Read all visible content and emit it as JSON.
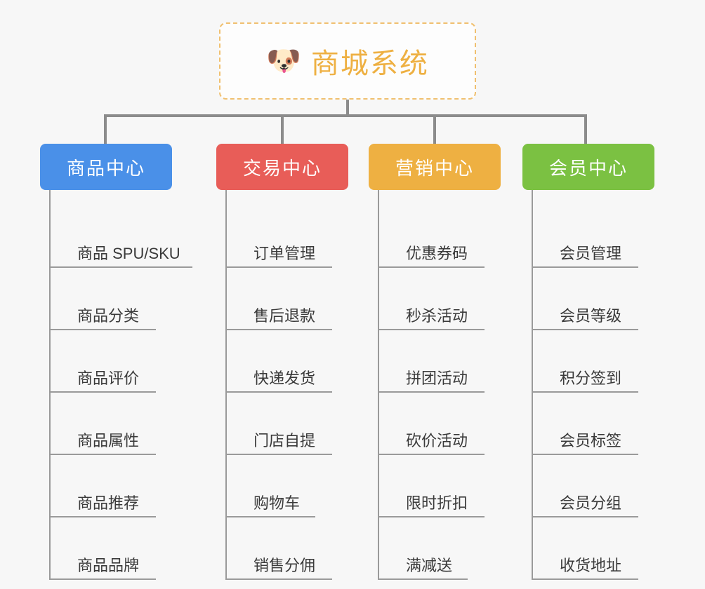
{
  "diagram": {
    "type": "mindmap",
    "background_color": "#f7f7f7",
    "connector_color": "#8c8c8c",
    "root": {
      "icon": "dog-face-emoji",
      "icon_glyph": "🐶",
      "title": "商城系统",
      "text_color": "#eeb042",
      "border_color": "#f0c070",
      "border_style": "dashed"
    },
    "categories": [
      {
        "label": "商品中心",
        "color": "#4a90e8",
        "items": [
          {
            "label": "商品 SPU/SKU",
            "rule_width": 204
          },
          {
            "label": "商品分类",
            "rule_width": 152
          },
          {
            "label": "商品评价",
            "rule_width": 152
          },
          {
            "label": "商品属性",
            "rule_width": 152
          },
          {
            "label": "商品推荐",
            "rule_width": 152
          },
          {
            "label": "商品品牌",
            "rule_width": 152
          }
        ]
      },
      {
        "label": "交易中心",
        "color": "#e85d58",
        "items": [
          {
            "label": "订单管理",
            "rule_width": 152
          },
          {
            "label": "售后退款",
            "rule_width": 152
          },
          {
            "label": "快递发货",
            "rule_width": 152
          },
          {
            "label": "门店自提",
            "rule_width": 152
          },
          {
            "label": "购物车",
            "rule_width": 128
          },
          {
            "label": "销售分佣",
            "rule_width": 152
          }
        ]
      },
      {
        "label": "营销中心",
        "color": "#eeb042",
        "items": [
          {
            "label": "优惠券码",
            "rule_width": 152
          },
          {
            "label": "秒杀活动",
            "rule_width": 152
          },
          {
            "label": "拼团活动",
            "rule_width": 152
          },
          {
            "label": "砍价活动",
            "rule_width": 152
          },
          {
            "label": "限时折扣",
            "rule_width": 152
          },
          {
            "label": "满减送",
            "rule_width": 128
          }
        ]
      },
      {
        "label": "会员中心",
        "color": "#7bc142",
        "items": [
          {
            "label": "会员管理",
            "rule_width": 152
          },
          {
            "label": "会员等级",
            "rule_width": 152
          },
          {
            "label": "积分签到",
            "rule_width": 152
          },
          {
            "label": "会员标签",
            "rule_width": 152
          },
          {
            "label": "会员分组",
            "rule_width": 152
          },
          {
            "label": "收货地址",
            "rule_width": 152
          }
        ]
      }
    ]
  }
}
